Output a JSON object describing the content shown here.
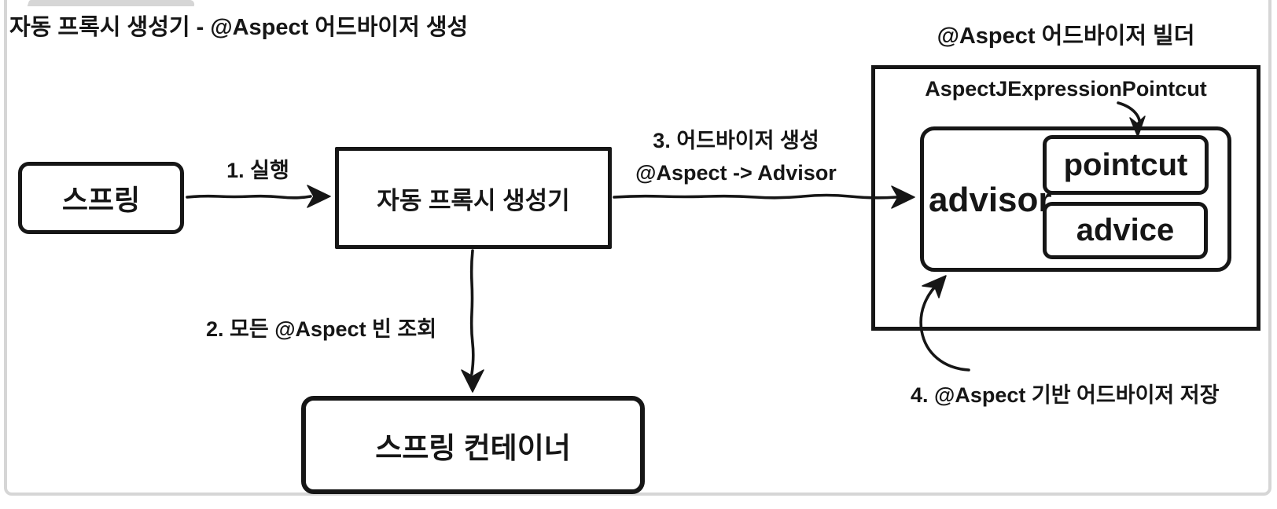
{
  "diagram": {
    "title": "자동 프록시 생성기 - @Aspect 어드바이저 생성",
    "colors": {
      "ink": "#161616",
      "frame": "#d6d6d6",
      "background": "#ffffff"
    },
    "nodes": {
      "spring": {
        "label": "스프링"
      },
      "auto_proxy_creator": {
        "label": "자동 프록시 생성기"
      },
      "spring_container": {
        "label": "스프링 컨테이너"
      },
      "aspect_advisor_builder": {
        "title": "@Aspect 어드바이저 빌더",
        "pointcut_class_label": "AspectJExpressionPointcut",
        "advisor_label": "advisor",
        "pointcut_label": "pointcut",
        "advice_label": "advice"
      }
    },
    "steps": {
      "step1": {
        "label": "1. 실행"
      },
      "step2": {
        "label": "2. 모든 @Aspect 빈 조회"
      },
      "step3": {
        "label_line1": "3. 어드바이저 생성",
        "label_line2": "@Aspect -> Advisor"
      },
      "step4": {
        "label": "4. @Aspect 기반 어드바이저 저장"
      }
    }
  }
}
